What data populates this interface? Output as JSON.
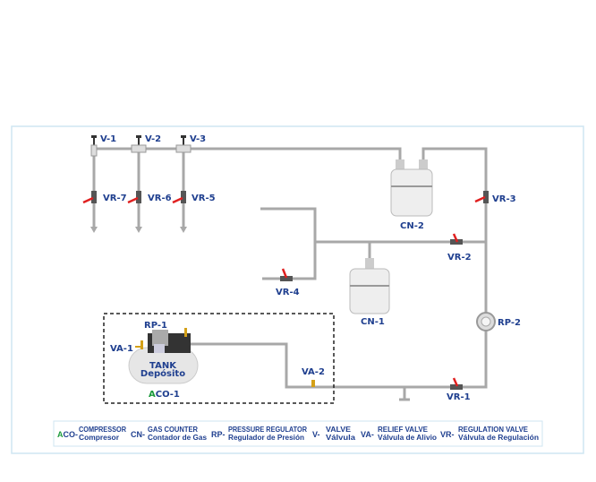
{
  "components": {
    "V1": "V-1",
    "V2": "V-2",
    "V3": "V-3",
    "VR7": "VR-7",
    "VR6": "VR-6",
    "VR5": "VR-5",
    "VR4": "VR-4",
    "VR3": "VR-3",
    "VR2": "VR-2",
    "VR1": "VR-1",
    "CN2": "CN-2",
    "CN1": "CN-1",
    "RP2": "RP-2",
    "RP1": "RP-1",
    "VA1": "VA-1",
    "VA2": "VA-2",
    "tank": "TANK",
    "tank_es": "Depósito",
    "aco_prefix": "A",
    "aco_rest": "CO-1"
  },
  "legend": [
    {
      "code_prefix": "A",
      "code": "CO-",
      "en": "COMPRESSOR",
      "es": "Compresor"
    },
    {
      "code": "CN-",
      "en": "GAS COUNTER",
      "es": "Contador de Gas"
    },
    {
      "code": "RP-",
      "en": "PRESSURE REGULATOR",
      "es": "Regulador de Presión"
    },
    {
      "code": "V-",
      "en": "VALVE",
      "es": "Válvula"
    },
    {
      "code": "VA-",
      "en": "RELIEF VALVE",
      "es": "Válvula de Alivio"
    },
    {
      "code": "VR-",
      "en": "REGULATION VALVE",
      "es": "Válvula de Regulación"
    }
  ],
  "colors": {
    "label": "#1f3f8f",
    "accent_green": "#1a9a3a",
    "valve_handle": "#e02020",
    "pipe": "#a8a8a8",
    "frame": "#cfe6f2"
  }
}
